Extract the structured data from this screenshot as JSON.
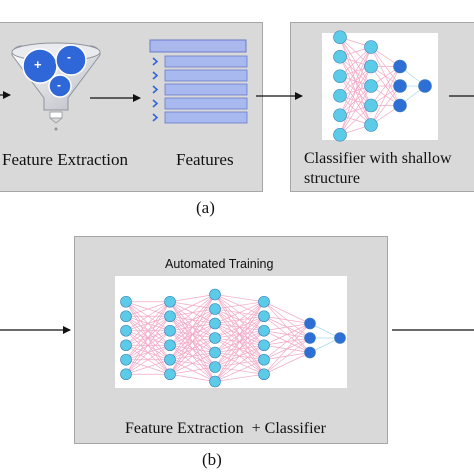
{
  "figure_a": {
    "label_feature_extraction": "Feature Extraction",
    "label_features": "Features",
    "label_classifier_line1": "Classifier with shallow",
    "label_classifier_line2": "structure",
    "caption": "(a)",
    "funnel_symbols": [
      "+",
      "-",
      "-"
    ]
  },
  "figure_b": {
    "title": "Automated Training",
    "label": "Feature Extraction  + Classifier",
    "caption": "(b)"
  },
  "colors": {
    "panel_bg": "#d9d9d9",
    "panel_border": "#a6a6a6",
    "node_light": "#5ccbe8",
    "node_dark": "#2e6fd6",
    "edge_pink": "#f2a9c6",
    "edge_light": "#a9d9ec",
    "feature_bar": "#a7b9ef",
    "funnel_blue": "#2f66d8"
  }
}
